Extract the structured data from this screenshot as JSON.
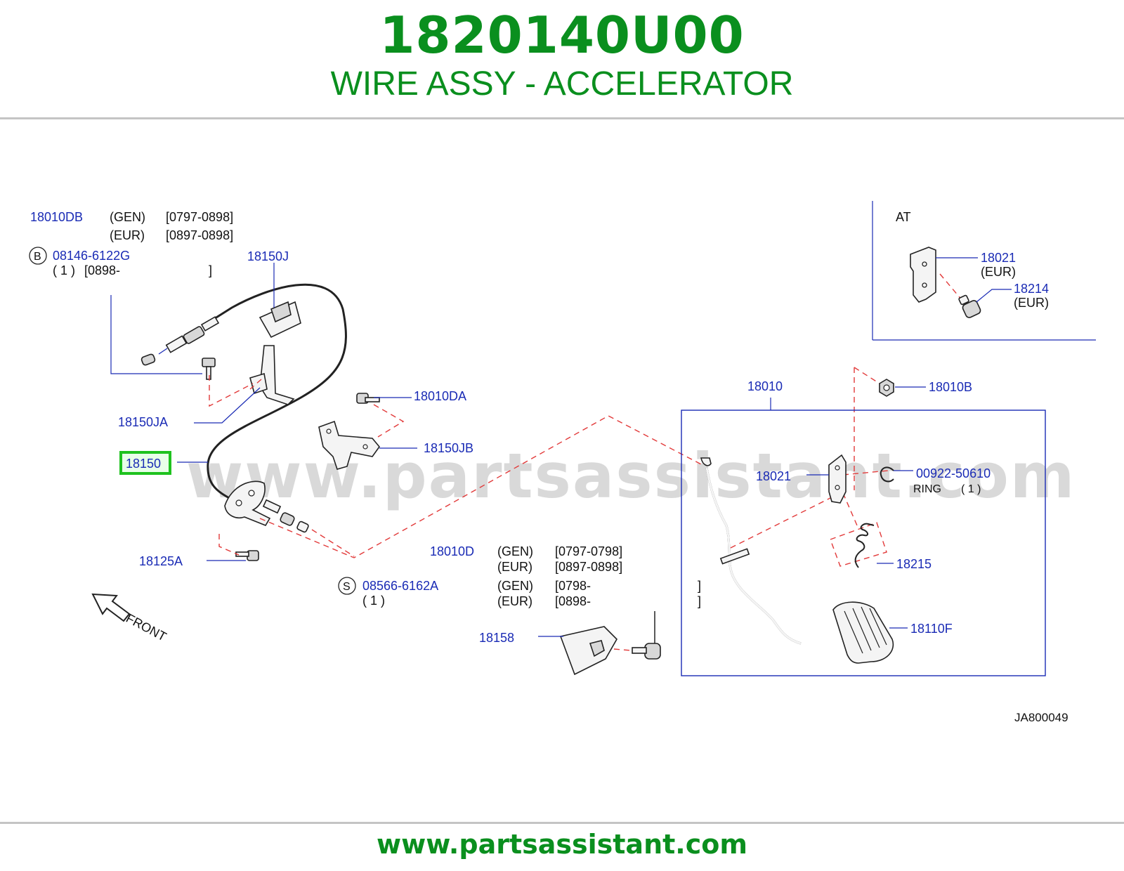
{
  "header": {
    "part_number": "1820140U00",
    "part_name": "WIRE ASSY - ACCELERATOR"
  },
  "footer": {
    "url": "www.partsassistant.com"
  },
  "watermark": "www.partsassistant.com",
  "colors": {
    "brand_green": "#0a8f1e",
    "label_blue": "#1a2bb5",
    "highlight_green": "#1ec21e",
    "highlight_fill": "#e8ffe8",
    "dash_red": "#e23a3a"
  },
  "diagram": {
    "code": "JA800049",
    "front_label": "FRONT",
    "inset": {
      "title": "AT",
      "labels": [
        {
          "part": "18021",
          "note": "(EUR)"
        },
        {
          "part": "18214",
          "note": "(EUR)"
        }
      ]
    },
    "notes": {
      "n18010DB": {
        "part": "18010DB",
        "rows": [
          {
            "market": "(GEN)",
            "range": "[0797-0898]"
          },
          {
            "market": "(EUR)",
            "range": "[0897-0898]"
          }
        ]
      },
      "n08146": {
        "marker": "B",
        "part": "08146-6122G",
        "qty": "( 1 )",
        "range_start": "[0898-",
        "range_end": "]"
      },
      "n18010D": {
        "part": "18010D",
        "rows": [
          {
            "market": "(GEN)",
            "range": "[0797-0798]"
          },
          {
            "market": "(EUR)",
            "range": "[0897-0898]"
          }
        ]
      },
      "n08566": {
        "marker": "S",
        "part": "08566-6162A",
        "qty": "( 1 )",
        "rows": [
          {
            "market": "(GEN)",
            "range_start": "[0798-",
            "range_end": "]"
          },
          {
            "market": "(EUR)",
            "range_start": "[0898-",
            "range_end": "]"
          }
        ]
      },
      "n00922": {
        "part": "00922-50610",
        "desc": "RING",
        "qty": "( 1 )"
      }
    },
    "labels": {
      "p18150J": "18150J",
      "p18010DA": "18010DA",
      "p18150JA": "18150JA",
      "p18150JB": "18150JB",
      "p18150": "18150",
      "p18125A": "18125A",
      "p18158": "18158",
      "p18010": "18010",
      "p18010B": "18010B",
      "p18021": "18021",
      "p18215": "18215",
      "p18110F": "18110F"
    },
    "highlighted_part": "18150"
  }
}
